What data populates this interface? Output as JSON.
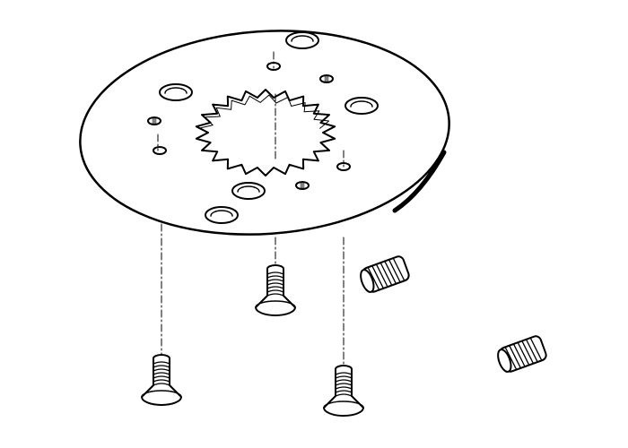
{
  "diagram": {
    "type": "exploded-view line drawing",
    "colors": {
      "line": "#000000",
      "background": "#ffffff"
    },
    "parts": [
      "plate",
      "countersunk-screw",
      "countersunk-screw",
      "countersunk-screw",
      "set-screw",
      "set-screw"
    ]
  }
}
